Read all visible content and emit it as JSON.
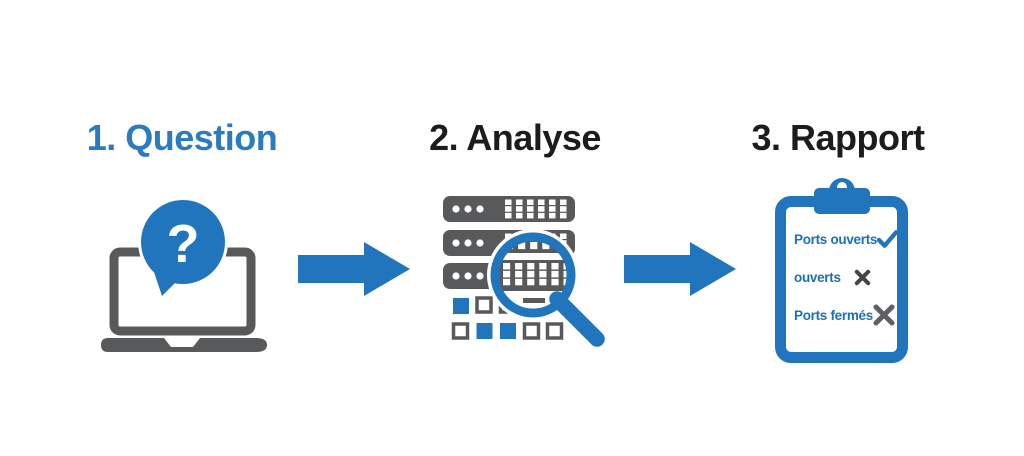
{
  "colors": {
    "blue": "#2175BC",
    "heading_blue": "#2B7BC1",
    "gray": "#58595B",
    "black": "#1C1C1E",
    "cross_dark": "#454547",
    "cross_gray": "#5E5F62",
    "background": "#FFFFFF"
  },
  "steps": [
    {
      "title": "1. Question",
      "icon": "laptop-question-icon"
    },
    {
      "title": "2. Analyse",
      "icon": "server-search-icon"
    },
    {
      "title": "3. Rapport",
      "icon": "clipboard-report-icon"
    }
  ],
  "icons": {
    "question_mark": "?"
  },
  "clipboard": {
    "items": [
      {
        "label": "Ports ouverts",
        "status": "check"
      },
      {
        "label": "ouverts",
        "status": "cross"
      },
      {
        "label": "Ports fermés",
        "status": "cross"
      }
    ]
  }
}
